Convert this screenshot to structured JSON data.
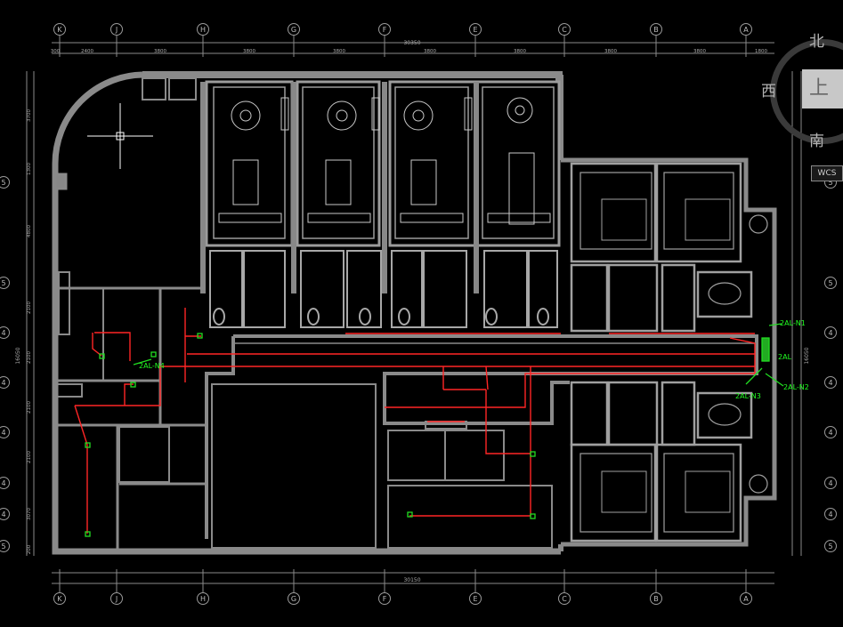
{
  "grid_top": [
    "K",
    "J",
    "H",
    "G",
    "F",
    "E",
    "C",
    "B",
    "A"
  ],
  "grid_bottom": [
    "K",
    "J",
    "H",
    "G",
    "F",
    "E",
    "C",
    "B",
    "A"
  ],
  "grid_left": [
    "5",
    "5",
    "4",
    "4",
    "4",
    "4",
    "4",
    "5"
  ],
  "grid_right": [
    "5",
    "5",
    "4",
    "4",
    "4",
    "4",
    "4",
    "5"
  ],
  "dims_top": [
    "300",
    "2400",
    "3800",
    "3800",
    "3800",
    "3800",
    "3800",
    "3800",
    "3800",
    "1800"
  ],
  "dim_total_top": "30350",
  "dim_total_bottom": "30150",
  "dims_left": [
    "3700",
    "1300",
    "4800",
    "2100",
    "2100",
    "2100",
    "2100",
    "3070",
    "200"
  ],
  "dim_left_total": "16050",
  "dim_right_total": "16050",
  "circuit_labels": [
    "2AL-N1",
    "2AL",
    "2AL-N2",
    "2AL-N3",
    "2AL-N4"
  ],
  "viewcube": {
    "north": "北",
    "west": "西",
    "south": "南",
    "top": "上"
  },
  "wcs_label": "WCS",
  "colors": {
    "wall": "#7d7d7d",
    "wire": "#ff2a2a",
    "device": "#22dd22",
    "grid": "#9a9a9a",
    "furniture": "#bdbdbd"
  }
}
